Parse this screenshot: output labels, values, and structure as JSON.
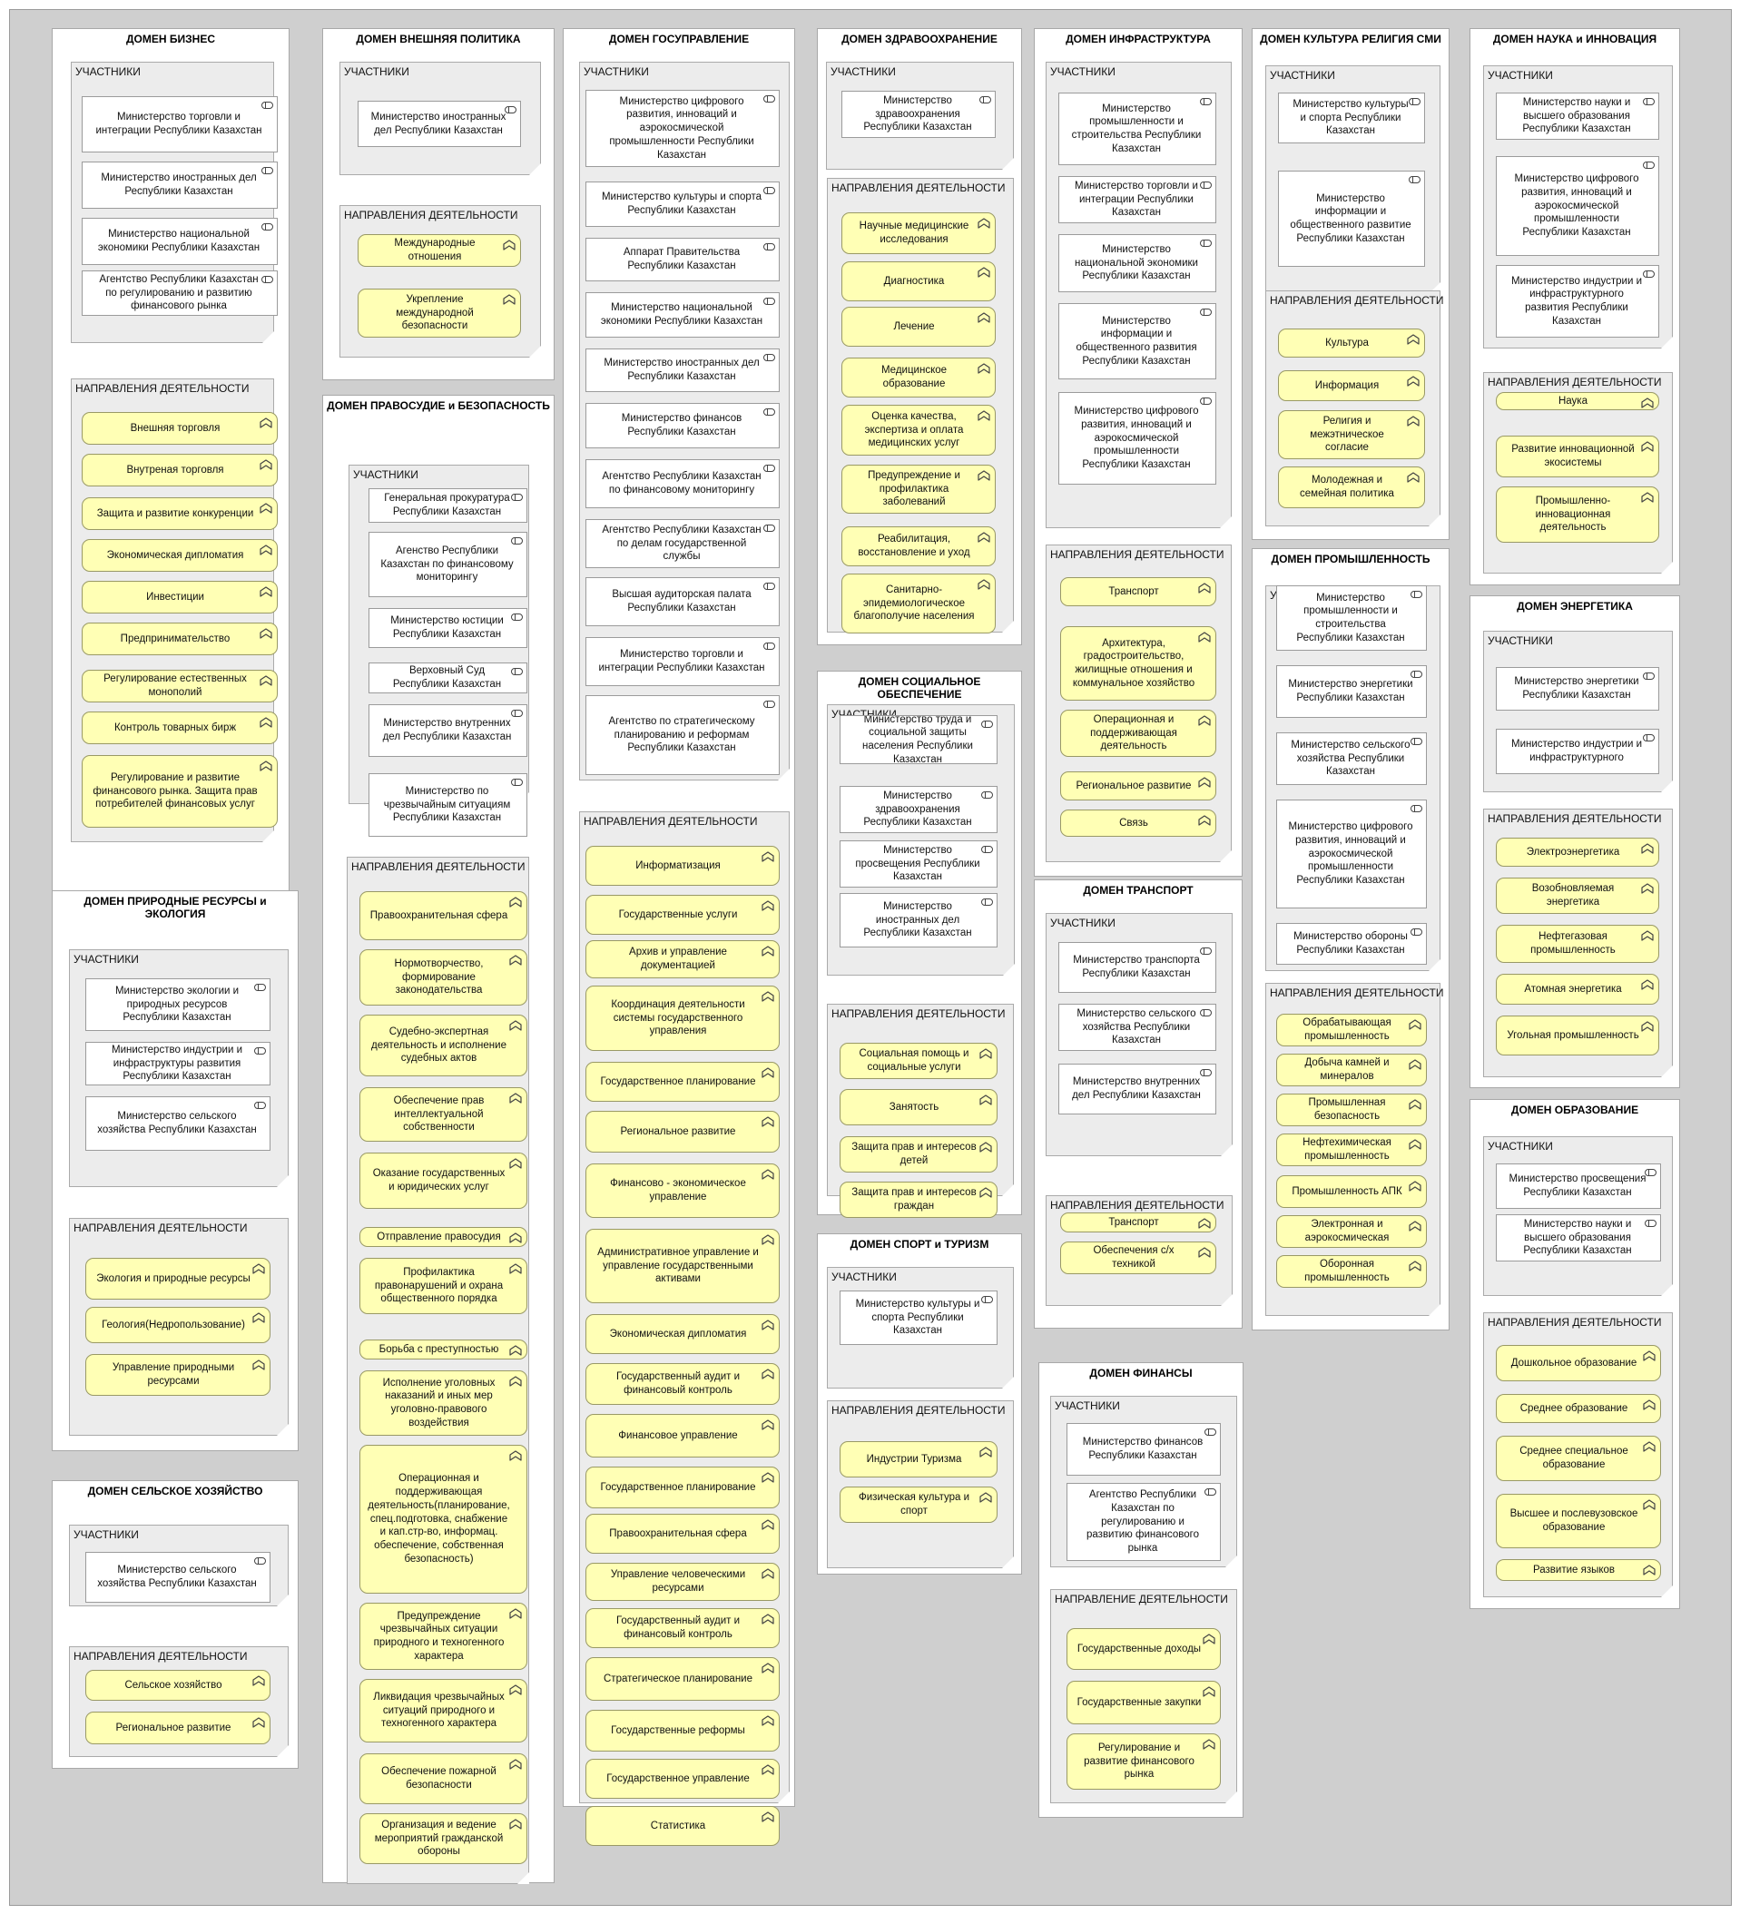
{
  "groups_labels": {
    "participants": "УЧАСТНИКИ",
    "directions": "НАПРАВЛЕНИЯ ДЕЯТЕЛЬНОСТИ",
    "direction_singular": "НАПРАВЛЕНИЕ ДЕЯТЕЛЬНОСТИ"
  },
  "domains": {
    "biz": {
      "title": "ДОМЕН БИЗНЕС",
      "actors": [
        "Министерство торговли и интеграции Республики Казахстан",
        "Министерство иностранных дел Республики Казахстан",
        "Министерство национальной экономики Республики Казахстан",
        "Агентство Республики Казахстан по регулированию и развитию финансового рынка"
      ],
      "functions": [
        "Внешняя торговля",
        "Внутреная торговля",
        "Защита и развитие конкуренции",
        "Экономическая дипломатия",
        "Инвестиции",
        "Предпринимательство",
        "Регулирование естественных монополий",
        "Контроль товарных бирж",
        "Регулирование и развитие финансового рынка. Защита прав потребителей финансовых услуг"
      ]
    },
    "vp": {
      "title": "ДОМЕН ВНЕШНЯЯ ПОЛИТИКА",
      "actors": [
        "Министерство иностранных дел Республики Казахстан"
      ],
      "functions": [
        "Международные отношения",
        "Укрепление международной безопасности"
      ]
    },
    "prav": {
      "title": "ДОМЕН ПРАВОСУДИЕ и БЕЗОПАСНОСТЬ",
      "actors": [
        "Генеральная прокуратура Республики Казахстан",
        "Агенство Республики Казахстан по финансовому мониторингу",
        "Министерство юстиции Республики Казахстан",
        "Верховный Суд Республики Казахстан",
        "Министерство внутренних дел Республики Казахстан",
        "Министерство по чрезвычайным ситуациям Республики Казахстан"
      ],
      "functions": [
        "Правоохранительная сфера",
        "Нормотворчество, формирование законодательства",
        "Судебно-экспертная деятельность и исполнение судебных актов",
        "Обеспечение прав интеллектуальной собственности",
        "Оказание государственных и юридических услуг",
        "Отправление правосудия",
        "Профилактика правонарушений и охрана общественного порядка",
        "Борьба с преступностью",
        "Исполнение уголовных наказаний и иных мер уголовно-правового воздействия",
        "Операционная и поддерживающая деятельность(планирование, спец.подготовка, снабжение и кап.стр-во, информац. обеспечение, собственная безопасность)",
        "Предупреждение чрезвычайных ситуации природного и техногенного характера",
        "Ликвидация чрезвычайных ситуаций природного и техногенного характера",
        "Обеспечение пожарной безопасности",
        "Организация и ведение мероприятий гражданской обороны"
      ]
    },
    "gos": {
      "title": "ДОМЕН ГОСУПРАВЛЕНИЕ",
      "actors": [
        "Министерство цифрового развития, инноваций и аэрокосмической промышленности Республики Казахстан",
        "Министерство культуры и спорта Республики Казахстан",
        "Аппарат Правительства Республики Казахстан",
        "Министерство национальной экономики Республики Казахстан",
        "Министерство иностранных дел Республики Казахстан",
        "Министерство финансов Республики Казахстан",
        "Агентство Республики Казахстан по финансовому мониторингу",
        "Агентство Республики Казахстан по делам государственной службы",
        "Высшая аудиторская палата Республики Казахстан",
        "Министерство торговли и интеграции Республики Казахстан",
        "Агентство по стратегическому планированию и реформам Республики Казахстан"
      ],
      "functions": [
        "Информатизация",
        "Государственные услуги",
        "Архив и управление документацией",
        "Координация деятельности системы государственного управления",
        "Государственное планирование",
        "Региональное развитие",
        "Финансово - экономическое управление",
        "Административное управление и управление государственными активами",
        "Экономическая дипломатия",
        "Государственный аудит и финансовый контроль",
        "Финансовое управление",
        "Государственное планирование",
        "Правоохранительная сфера",
        "Управление человеческими ресурсами",
        "Государственный аудит и финансовый контроль",
        "Стратегическое планирование",
        "Государственные реформы",
        "Государственное управление",
        "Статистика"
      ]
    },
    "zdrav": {
      "title": "ДОМЕН ЗДРАВООХРАНЕНИЕ",
      "actors": [
        "Министерство здравоохранения Республики Казахстан"
      ],
      "functions": [
        "Научные медицинские исследования",
        "Диагностика",
        "Лечение",
        "Медицинское образование",
        "Оценка качества, экспертиза и оплата медицинских услуг",
        "Предупреждение и профилактика заболеваний",
        "Реабилитация, восстановление и уход",
        "Санитарно-эпидемиологическое благополучие населения"
      ]
    },
    "soc": {
      "title": "ДОМЕН СОЦИАЛЬНОЕ ОБЕСПЕЧЕНИЕ",
      "actors": [
        "Министерство труда и социальной защиты населения Республики Казахстан",
        "Министерство здравоохранения Республики Казахстан",
        "Министерство просвещения Республики Казахстан",
        "Министерство иностранных дел Республики Казахстан"
      ],
      "functions": [
        "Социальная помощь и социальные услуги",
        "Занятость",
        "Защита прав и интересов детей",
        "Защита прав и интересов граждан"
      ]
    },
    "sport": {
      "title": "ДОМЕН СПОРТ и ТУРИЗМ",
      "actors": [
        "Министерство культуры и спорта Республики Казахстан"
      ],
      "functions": [
        "Индустрии Туризма",
        "Физическая культура и спорт"
      ]
    },
    "infra": {
      "title": "ДОМЕН ИНФРАСТРУКТУРА",
      "actors": [
        "Министерство промышленности и строительства Республики Казахстан",
        "Министерство торговли и интеграции Республики Казахстан",
        "Министерство национальной экономики Республики Казахстан",
        "Министерство информации и общественного развития Республики Казахстан",
        "Министерство цифрового развития, инноваций и аэрокосмической промышленности Республики Казахстан"
      ],
      "functions": [
        "Транспорт",
        "Архитектура, градостроительство, жилищные отношения и коммунальное хозяйство",
        "Операционная и поддерживающая деятельность",
        "Региональное развитие",
        "Связь"
      ]
    },
    "trans": {
      "title": "ДОМЕН ТРАНСПОРТ",
      "actors": [
        "Министерство транспорта Республики Казахстан",
        "Министерство сельского хозяйства Республики Казахстан",
        "Министерство внутренних дел Республики Казахстан"
      ],
      "functions": [
        "Транспорт",
        "Обеспечения с/х техникой"
      ]
    },
    "fin": {
      "title": "ДОМЕН ФИНАНСЫ",
      "actors": [
        "Министерство финансов Республики Казахстан",
        "Агентство Республики Казахстан по регулированию и развитию финансового рынка"
      ],
      "functions": [
        "Государственные доходы",
        "Государственные закупки",
        "Регулирование и развитие финансового рынка"
      ]
    },
    "kult": {
      "title": "ДОМЕН КУЛЬТУРА РЕЛИГИЯ СМИ",
      "actors": [
        "Министерство культуры и спорта Республики Казахстан",
        "Министерство информации и общественного развитие Республики Казахстан"
      ],
      "functions": [
        "Культура",
        "Информация",
        "Религия и межэтническое согласие",
        "Молодежная и семейная политика"
      ]
    },
    "prom": {
      "title": "ДОМЕН ПРОМЫШЛЕННОСТЬ",
      "actors": [
        "Министерство промышленности и строительства Республики Казахстан",
        "Министерство энергетики Республики Казахстан",
        "Министерство сельского хозяйства Республики Казахстан",
        "Министерство цифрового развития, инноваций и аэрокосмической промышленности Республики Казахстан",
        "Министерство обороны Республики Казахстан"
      ],
      "functions": [
        "Обрабатывающая промышленность",
        "Добыча камней и минералов",
        "Промышленная безопасность",
        "Нефтехимическая промышленность",
        "Промышленность АПК",
        "Электронная и аэрокосмическая",
        "Оборонная промышленность"
      ]
    },
    "nauka": {
      "title": "ДОМЕН НАУКА и ИННОВАЦИЯ",
      "actors": [
        "Министерство науки и высшего образования Республики Казахстан",
        "Министерство цифрового развития, инноваций и аэрокосмической промышленности Республики Казахстан",
        "Министерство индустрии и инфраструктурного развития Республики Казахстан"
      ],
      "functions": [
        "Наука",
        "Развитие инновационной экосистемы",
        "Промышленно-инновационная деятельность"
      ]
    },
    "energ": {
      "title": "ДОМЕН ЭНЕРГЕТИКА",
      "actors": [
        "Министерство энергетики Республики Казахстан",
        "Министерство индустрии и инфраструктурного"
      ],
      "functions": [
        "Электроэнергетика",
        "Возобновляемая энергетика",
        "Нефтегазовая промышленность",
        "Атомная энергетика",
        "Угольная промышленность"
      ]
    },
    "obraz": {
      "title": "ДОМЕН ОБРАЗОВАНИЕ",
      "actors": [
        "Министерство просвещения Республики Казахстан",
        "Министерство науки и высшего образования Республики Казахстан"
      ],
      "functions": [
        "Дошкольное образование",
        "Среднее образование",
        "Среднее специальное образование",
        "Высшее и послевузовское образование",
        "Развитие языков"
      ]
    },
    "prir": {
      "title": "ДОМЕН ПРИРОДНЫЕ РЕСУРСЫ и ЭКОЛОГИЯ",
      "actors": [
        "Министерство экологии и природных ресурсов Республики Казахстан",
        "Министерство индустрии и инфраструктуры развития Республики Казахстан",
        "Министерство сельского хозяйства Республики Казахстан"
      ],
      "functions": [
        "Экология и природные ресурсы",
        "Геология(Недропользование)",
        "Управление природными ресурсами"
      ]
    },
    "selh": {
      "title": "ДОМЕН СЕЛЬСКОЕ ХОЗЯЙСТВО",
      "actors": [
        "Министерство сельского хозяйства Республики Казахстан"
      ],
      "functions": [
        "Сельское хозяйство",
        "Региональное развитие"
      ]
    }
  }
}
